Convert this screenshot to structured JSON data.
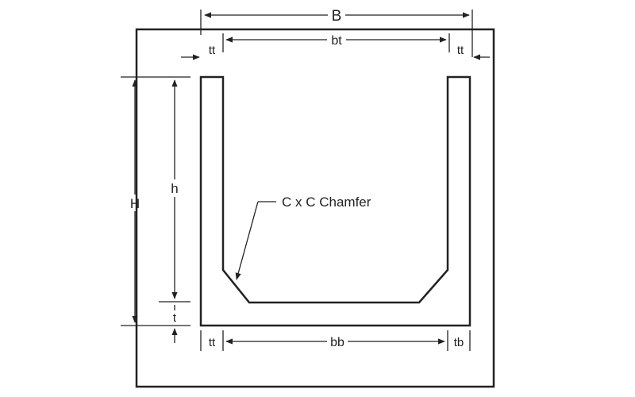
{
  "labels": {
    "B": "B",
    "bt": "bt",
    "tt_top_left": "tt",
    "tt_top_right": "tt",
    "H": "H",
    "h": "h",
    "t": "t",
    "chamfer": "C x C Chamfer",
    "tt_bottom": "tt",
    "bb": "bb",
    "tb": "tb"
  },
  "colors": {
    "line": "#222222",
    "background": "#ffffff"
  }
}
